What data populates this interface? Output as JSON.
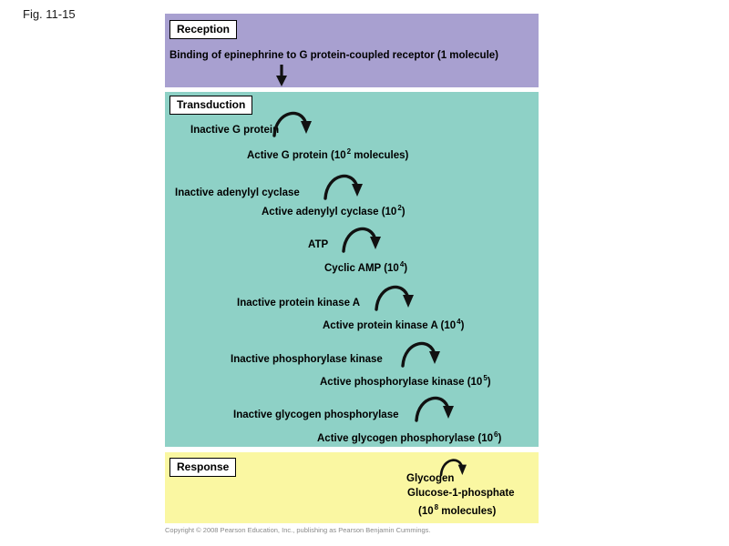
{
  "figure_label": "Fig. 11-15",
  "reception": {
    "label": "Reception",
    "text": "Binding of epinephrine to G protein-coupled receptor (1 molecule)"
  },
  "transduction": {
    "label": "Transduction",
    "steps": [
      {
        "inactive": "Inactive G protein",
        "active_pre": "Active G protein (10",
        "active_sup": "2",
        "active_post": " molecules)"
      },
      {
        "inactive": "Inactive adenylyl cyclase",
        "active_pre": "Active adenylyl cyclase (10",
        "active_sup": "2",
        "active_post": ")"
      },
      {
        "inactive": "ATP",
        "active_pre": "Cyclic AMP (10",
        "active_sup": "4",
        "active_post": ")"
      },
      {
        "inactive": "Inactive protein kinase A",
        "active_pre": "Active protein kinase A (10",
        "active_sup": "4",
        "active_post": ")"
      },
      {
        "inactive": "Inactive phosphorylase kinase",
        "active_pre": "Active phosphorylase kinase (10",
        "active_sup": "5",
        "active_post": ")"
      },
      {
        "inactive": "Inactive glycogen phosphorylase",
        "active_pre": "Active glycogen phosphorylase (10",
        "active_sup": "6",
        "active_post": ")"
      }
    ]
  },
  "response": {
    "label": "Response",
    "substrate": "Glycogen",
    "product": "Glucose-1-phosphate",
    "amount_pre": "(10",
    "amount_sup": "8",
    "amount_post": " molecules)"
  },
  "copyright": "Copyright © 2008 Pearson Education, Inc., publishing as Pearson Benjamin Cummings.",
  "colors": {
    "reception_bg": "#a8a0d0",
    "transduction_bg": "#8ed1c6",
    "response_bg": "#faf7a2"
  },
  "icons": {
    "straight_down_arrow": "↓",
    "cascade_arrow": "curved-down-arrow"
  }
}
